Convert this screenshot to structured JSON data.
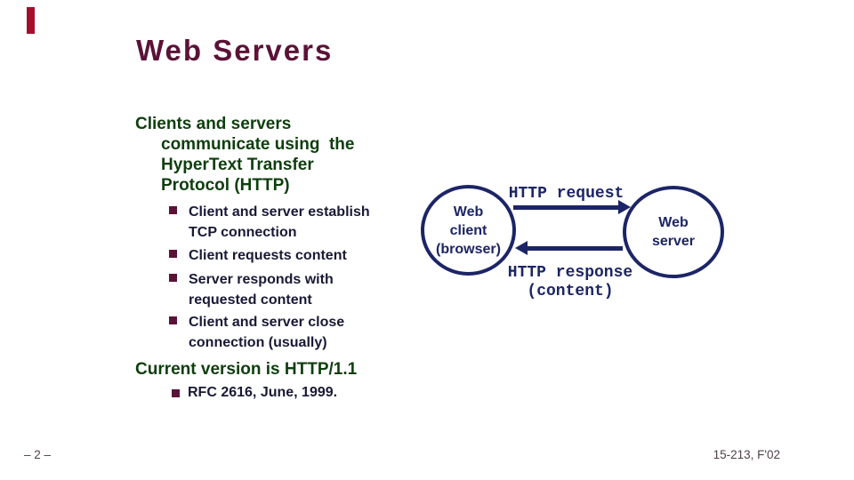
{
  "slide": {
    "title": "Web Servers",
    "heading": {
      "lines": [
        "Clients and servers",
        "communicate using  the",
        "HyperText Transfer",
        "Protocol (HTTP)"
      ]
    },
    "bullets": [
      "Client and server establish\nTCP connection",
      "Client requests content",
      "Server responds with\nrequested content",
      "Client and server close\nconnection (usually)"
    ],
    "subheading": "Current version is HTTP/1.1",
    "sub_bullet": "RFC 2616, June, 1999.",
    "diagram": {
      "client_label": "Web\nclient\n(browser)",
      "server_label": "Web\nserver",
      "request_label": "HTTP request",
      "response_label": "HTTP response\n(content)"
    },
    "footer": {
      "page": "– 2 –",
      "course": "15-213, F'02"
    },
    "palette": {
      "accent_bar": "#a50d2d",
      "title_maroon": "#5b1236",
      "heading_green": "#0e3e0e",
      "body_navy": "#191936",
      "bullet_square": "#5b1236",
      "diagram_navy": "#1c2566",
      "footer_gray": "#50404a",
      "background": "#ffffff"
    }
  }
}
